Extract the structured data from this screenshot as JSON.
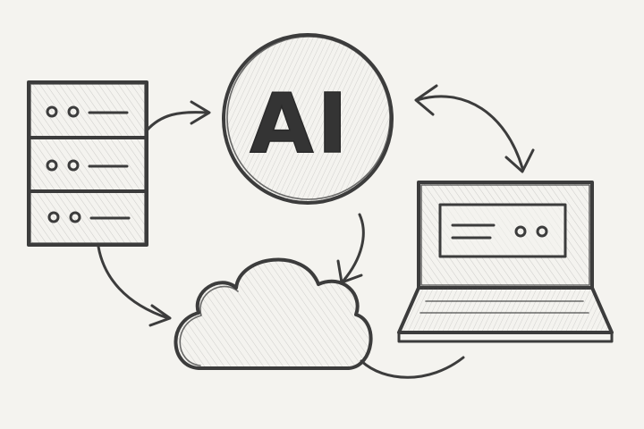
{
  "diagram": {
    "center_node": {
      "label": "AI",
      "shape": "circle"
    },
    "nodes": [
      {
        "id": "server",
        "icon": "server-rack-icon",
        "units": 3
      },
      {
        "id": "ai",
        "icon": "ai-circle-icon"
      },
      {
        "id": "laptop",
        "icon": "laptop-icon"
      },
      {
        "id": "cloud",
        "icon": "cloud-icon"
      }
    ],
    "edges": [
      {
        "from": "server",
        "to": "ai",
        "direction": "one-way"
      },
      {
        "from": "ai",
        "to": "laptop",
        "direction": "two-way"
      },
      {
        "from": "ai",
        "to": "cloud",
        "direction": "one-way"
      },
      {
        "from": "server",
        "to": "cloud",
        "direction": "one-way"
      },
      {
        "from": "cloud",
        "to": "laptop",
        "direction": "line"
      }
    ],
    "style": {
      "ink_color": "#3c3c3c",
      "paper_color": "#f4f3ef",
      "rendering": "pencil-sketch"
    }
  }
}
